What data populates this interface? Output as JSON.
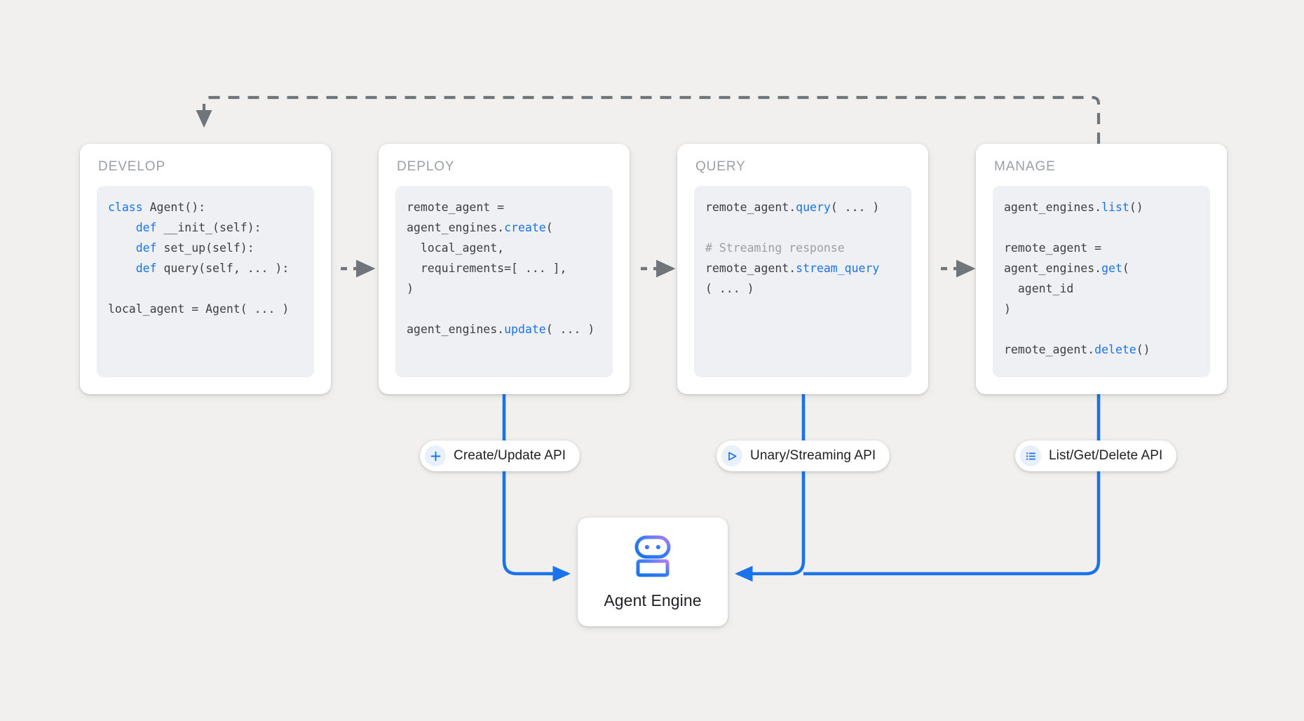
{
  "background_color": "#f1f0ee",
  "accent_color": "#1a73e8",
  "arrow_color": "#70757a",
  "stages": [
    {
      "title": "DEVELOP",
      "code_lines": [
        [
          {
            "t": "class ",
            "c": "kw"
          },
          {
            "t": "Agent():",
            "c": ""
          }
        ],
        [
          {
            "t": "    def ",
            "c": "kw"
          },
          {
            "t": "__init_(self):",
            "c": ""
          }
        ],
        [
          {
            "t": "    def ",
            "c": "kw"
          },
          {
            "t": "set_up(self):",
            "c": ""
          }
        ],
        [
          {
            "t": "    def ",
            "c": "kw"
          },
          {
            "t": "query(self, ... ):",
            "c": ""
          }
        ],
        [
          {
            "t": "",
            "c": ""
          }
        ],
        [
          {
            "t": "local_agent = Agent( ... )",
            "c": ""
          }
        ]
      ]
    },
    {
      "title": "DEPLOY",
      "code_lines": [
        [
          {
            "t": "remote_agent =",
            "c": ""
          }
        ],
        [
          {
            "t": "agent_engines.",
            "c": ""
          },
          {
            "t": "create",
            "c": "kw"
          },
          {
            "t": "(",
            "c": ""
          }
        ],
        [
          {
            "t": "  local_agent,",
            "c": ""
          }
        ],
        [
          {
            "t": "  requirements=[ ... ],",
            "c": ""
          }
        ],
        [
          {
            "t": ")",
            "c": ""
          }
        ],
        [
          {
            "t": "",
            "c": ""
          }
        ],
        [
          {
            "t": "agent_engines.",
            "c": ""
          },
          {
            "t": "update",
            "c": "kw"
          },
          {
            "t": "( ... )",
            "c": ""
          }
        ]
      ]
    },
    {
      "title": "QUERY",
      "code_lines": [
        [
          {
            "t": "remote_agent.",
            "c": ""
          },
          {
            "t": "query",
            "c": "kw"
          },
          {
            "t": "( ... )",
            "c": ""
          }
        ],
        [
          {
            "t": "",
            "c": ""
          }
        ],
        [
          {
            "t": "# Streaming response",
            "c": "cm"
          }
        ],
        [
          {
            "t": "remote_agent.",
            "c": ""
          },
          {
            "t": "stream_query",
            "c": "kw"
          }
        ],
        [
          {
            "t": "( ... )",
            "c": ""
          }
        ]
      ]
    },
    {
      "title": "MANAGE",
      "code_lines": [
        [
          {
            "t": "agent_engines.",
            "c": ""
          },
          {
            "t": "list",
            "c": "kw"
          },
          {
            "t": "()",
            "c": ""
          }
        ],
        [
          {
            "t": "",
            "c": ""
          }
        ],
        [
          {
            "t": "remote_agent =",
            "c": ""
          }
        ],
        [
          {
            "t": "agent_engines.",
            "c": ""
          },
          {
            "t": "get",
            "c": "kw"
          },
          {
            "t": "(",
            "c": ""
          }
        ],
        [
          {
            "t": "  agent_id",
            "c": ""
          }
        ],
        [
          {
            "t": ")",
            "c": ""
          }
        ],
        [
          {
            "t": "",
            "c": ""
          }
        ],
        [
          {
            "t": "remote_agent.",
            "c": ""
          },
          {
            "t": "delete",
            "c": "kw"
          },
          {
            "t": "()",
            "c": ""
          }
        ]
      ]
    }
  ],
  "api_pills": [
    {
      "label": "Create/Update API",
      "icon": "plus-icon"
    },
    {
      "label": "Unary/Streaming API",
      "icon": "send-triangle-icon"
    },
    {
      "label": "List/Get/Delete API",
      "icon": "list-icon"
    }
  ],
  "agent_engine": {
    "label": "Agent Engine",
    "icon": "robot-icon"
  }
}
